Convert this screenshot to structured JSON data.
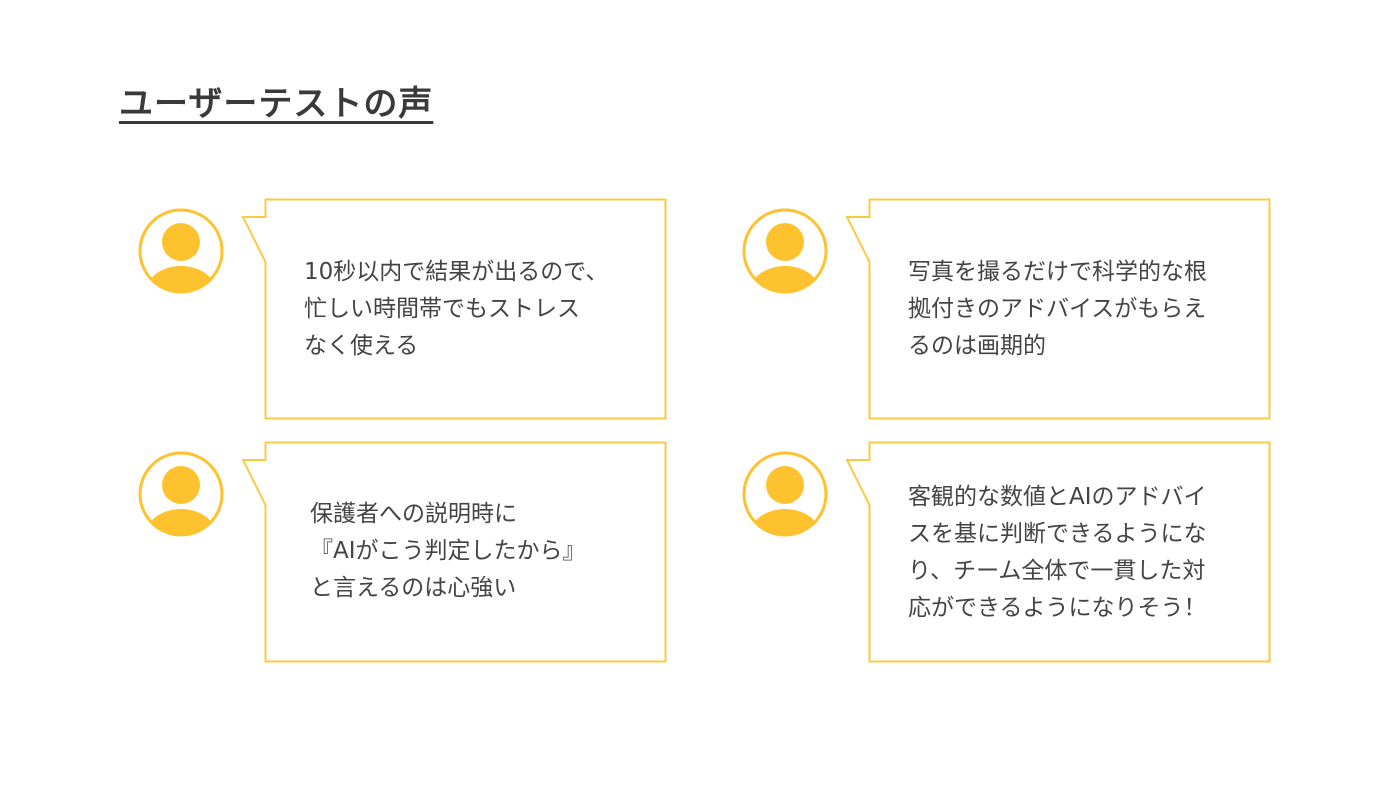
{
  "page": {
    "title": "ユーザーテストの声"
  },
  "colors": {
    "accent": "#FDC22E",
    "border": "#F8CA46",
    "text": "#444444",
    "title": "#3A3A3A"
  },
  "testimonials": [
    {
      "lines": [
        "10秒以内で結果が出るので、",
        "忙しい時間帯でもストレス",
        "なく使える"
      ]
    },
    {
      "lines": [
        "写真を撮るだけで科学的な根",
        "拠付きのアドバイスがもらえ",
        "るのは画期的"
      ]
    },
    {
      "lines": [
        "保護者への説明時に",
        "『AIがこう判定したから』",
        "と言えるのは心強い"
      ]
    },
    {
      "lines": [
        "客観的な数値とAIのアドバイ",
        "スを基に判断できるようにな",
        "り、チーム全体で一貫した対",
        "応ができるようになりそう！"
      ]
    }
  ]
}
